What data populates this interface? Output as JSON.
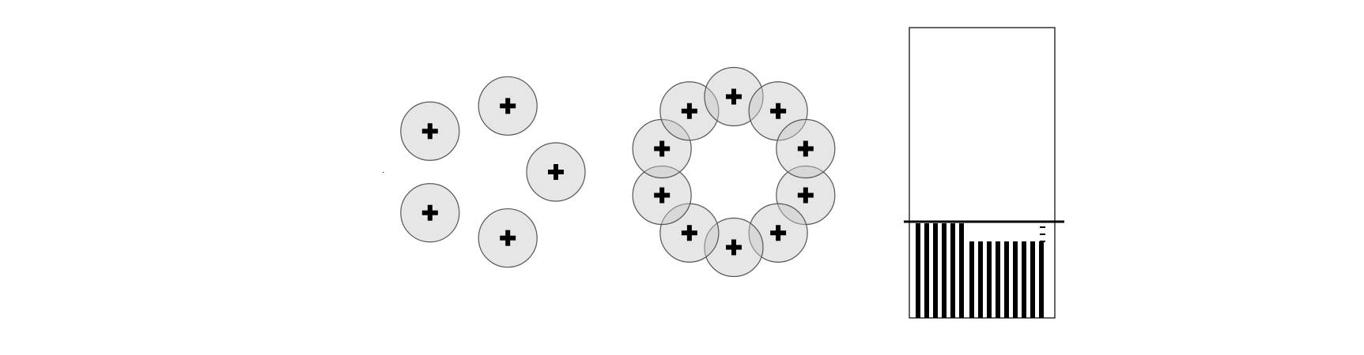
{
  "diagram": {
    "colors": {
      "background": "#ffffff",
      "circle_fill": "#c8c8c8",
      "circle_fill_opacity": 0.45,
      "circle_stroke": "#555555",
      "plus_mark": "#000000",
      "tube_outline": "#000000",
      "level_line": "#000000",
      "bars": "#000000"
    },
    "panel_left": {
      "description_count": 5,
      "mark_icon": "plus-icon"
    },
    "panel_middle": {
      "description_count": 10,
      "mark_icon": "plus-icon"
    },
    "panel_right": {
      "tall_bar_count": 6,
      "short_bar_count": 9,
      "scale_tick_count": 3
    }
  }
}
